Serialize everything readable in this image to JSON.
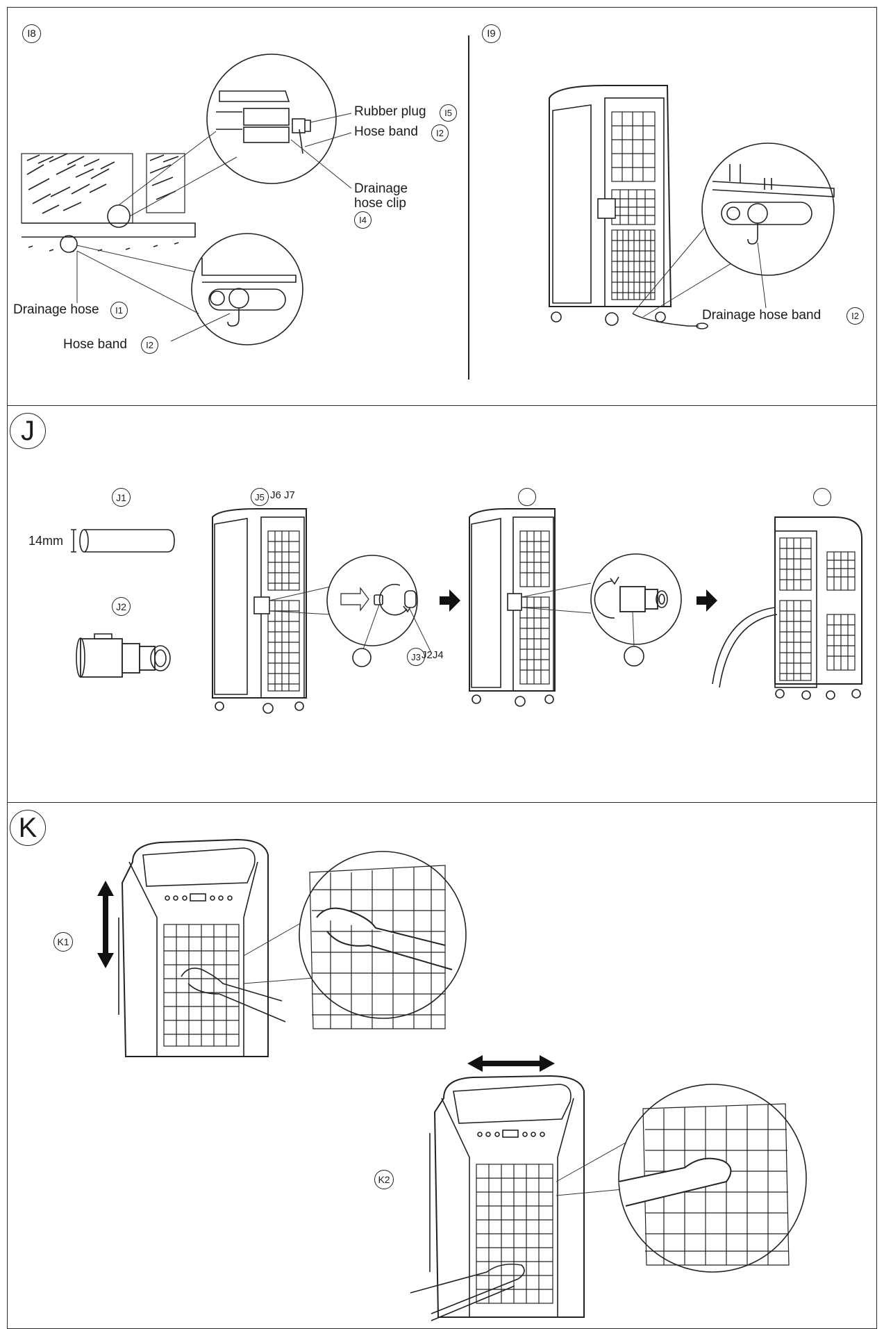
{
  "section_i": {
    "step_i8": {
      "number": "I8",
      "labels": {
        "rubber_plug": "Rubber plug",
        "rubber_plug_ref": "I5",
        "hose_band_top": "Hose band",
        "hose_band_top_ref": "I2",
        "drainage_clip_line1": "Drainage",
        "drainage_clip_line2": "hose clip",
        "drainage_clip_ref": "I4",
        "drainage_hose": "Drainage hose",
        "drainage_hose_ref": "I1",
        "hose_band_bottom": "Hose band",
        "hose_band_bottom_ref": "I2"
      }
    },
    "step_i9": {
      "number": "I9",
      "labels": {
        "drainage_hose_band": "Drainage hose band",
        "drainage_hose_band_ref": "I2"
      }
    }
  },
  "section_j": {
    "letter": "J",
    "j1": "J1",
    "dimension": "14mm",
    "j2": "J2",
    "j5": "J5",
    "j6_j7": "J6 J7",
    "j3": "J3",
    "j2_j4": "J2J4"
  },
  "section_k": {
    "letter": "K",
    "k1": "K1",
    "k2": "K2"
  },
  "icons": [
    "arrow-right-icon",
    "vertical-double-arrow-icon",
    "horizontal-double-arrow-icon"
  ]
}
